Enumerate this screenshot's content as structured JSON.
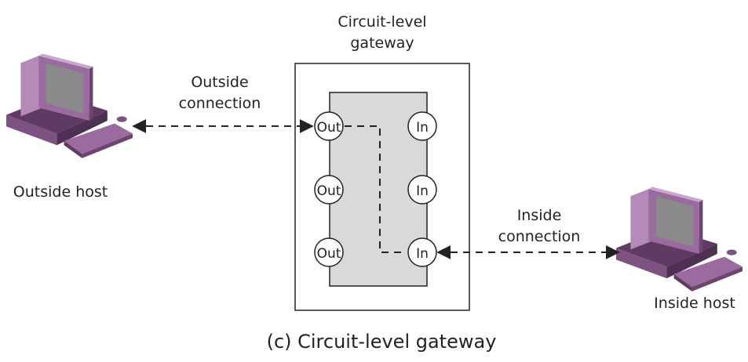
{
  "gateway": {
    "title_line1": "Circuit-level",
    "title_line2": "gateway",
    "out_ports": [
      "Out",
      "Out",
      "Out"
    ],
    "in_ports": [
      "In",
      "In",
      "In"
    ]
  },
  "outside": {
    "connection_line1": "Outside",
    "connection_line2": "connection",
    "host_label": "Outside host"
  },
  "inside": {
    "connection_line1": "Inside",
    "connection_line2": "connection",
    "host_label": "Inside host"
  },
  "caption": "(c) Circuit-level gateway",
  "colors": {
    "computer_body": "#9b6a9e",
    "computer_dark": "#5f3b63",
    "computer_light": "#c9a6cb",
    "screen": "#8a8a8a",
    "gateway_inner": "#d9d9d9",
    "line": "#222222"
  },
  "icons": [
    "computer-icon",
    "computer-icon"
  ]
}
